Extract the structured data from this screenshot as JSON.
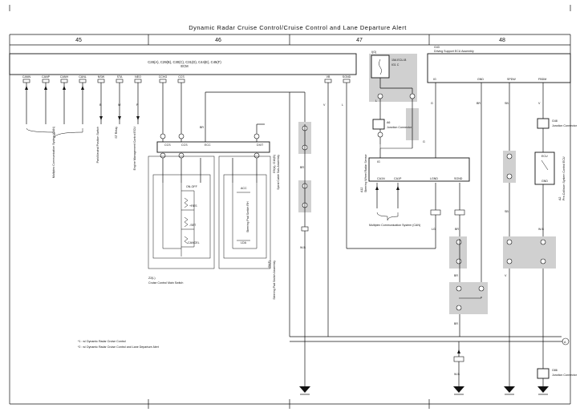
{
  "title": "Dynamic Radar Cruise Control/Cruise Control and Lane Departure Alert",
  "sections": [
    "45",
    "46",
    "47",
    "48"
  ],
  "ecm": {
    "connectors": "C28(A), C29(B), C30(C), C31(D), C44(E), C45(F)",
    "ref": "ECM",
    "pins": [
      "CANN",
      "CANP",
      "CANH",
      "CANL",
      "NSW",
      "STA",
      "NEO",
      "CCHG",
      "CCS",
      "VB",
      "SGND"
    ]
  },
  "left_labels": {
    "multiplex": "Multiplex Communication System (CAN)",
    "park_neutral": "Park/Neutral Position Switch",
    "st_relay": "ST Relay",
    "engine_mgmt": "Engine Management Control ECU"
  },
  "spiral_cable": {
    "pins_top": [
      "CCS",
      "CCS",
      "ECC",
      "DXIT"
    ],
    "ref": "G9(A), G10(B)",
    "name": "Spiral Cable Sub-Assembly"
  },
  "main_switch": {
    "ref": "Z2(L)",
    "name": "Cruise Control Main Switch",
    "pins": [
      "DH",
      "LVSS",
      "CCS"
    ],
    "labels": [
      "ON-OFF",
      "+RES",
      "-SET",
      "CANCEL"
    ]
  },
  "pad_switch": {
    "ref": "G8(F)",
    "name": "Steering Pad Switch Assembly",
    "labels": [
      "ACC",
      "LDA"
    ],
    "side_label": "Steering Pad Switch RH"
  },
  "fuse": {
    "ref": "I(G)",
    "name": "15A ECU-B",
    "sub": "IG1 C"
  },
  "junction_a6": {
    "ref": "A6",
    "name": "Junction Connector"
  },
  "steering_ecu": {
    "ref": "A12",
    "name": "Steering Wheel Radar Sensor",
    "pins": [
      "CA1N",
      "CA1P",
      "LGND",
      "SGND"
    ],
    "top_pin": "IG"
  },
  "mux_system_right": "Multiplex Communication System (CAN)",
  "driving_ecu": {
    "ref": "G43",
    "name": "Driving Support ECU Assembly",
    "pins": [
      "IG",
      "GND",
      "SPDW",
      "FBDM"
    ]
  },
  "junction_g48": {
    "ref": "G48",
    "name": "Junction Connector"
  },
  "ecu_precollision": {
    "ref": "A2",
    "name": "Pre-Collision System Control ECU",
    "pin_top": "ECU",
    "pin_bottom": "GND"
  },
  "junction_g86": {
    "ref": "G86",
    "name": "Junction Connector"
  },
  "notes": [
    "*1 : w/ Dynamic Radar Cruise Control",
    "*2 : w/ Dynamic Radar Cruise Control and Lane Departure Alert"
  ],
  "wire_colors": [
    "B",
    "W",
    "L",
    "G",
    "V",
    "BR",
    "SB",
    "LG",
    "R",
    "GR",
    "P",
    "Y",
    "W-B"
  ],
  "ground_marker": "A",
  "colors": {
    "line": "#111111",
    "shade": "#d0d0d0",
    "bg": "#ffffff"
  }
}
